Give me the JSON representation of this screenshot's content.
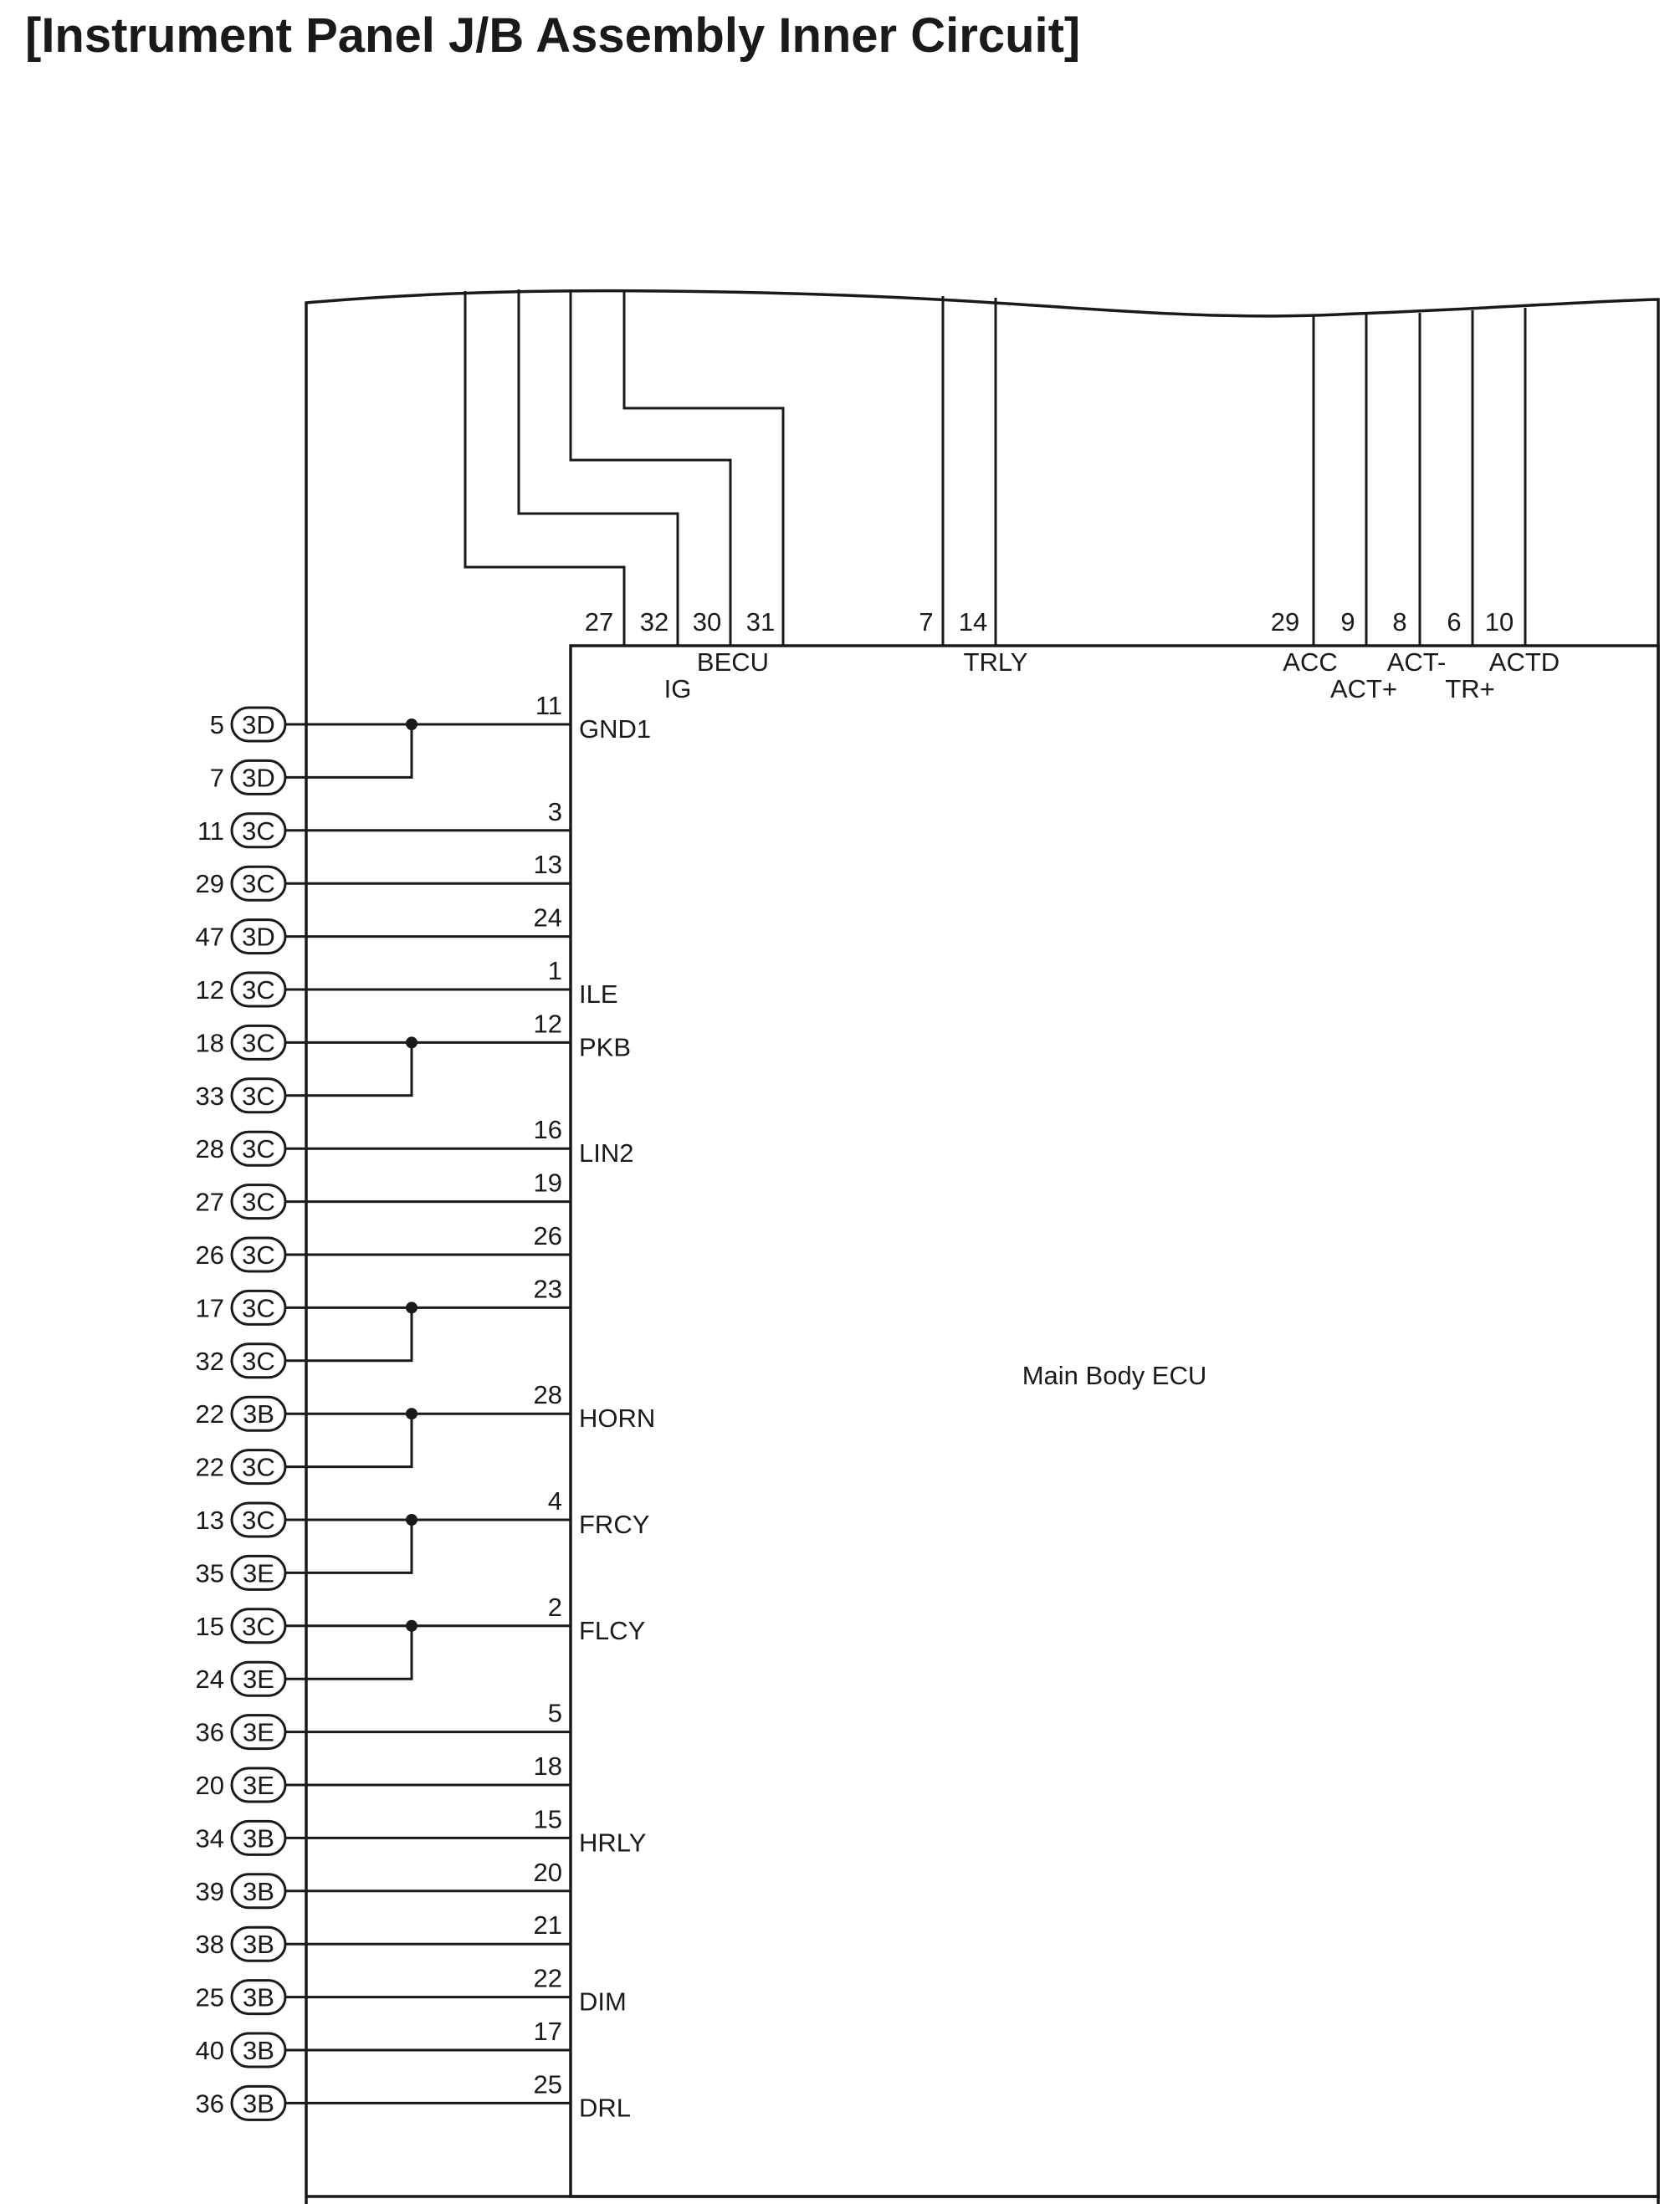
{
  "title": "[Instrument Panel J/B Assembly Inner Circuit]",
  "ecu_label": "Main Body ECU",
  "top_pins": [
    {
      "pin": "27",
      "signal": ""
    },
    {
      "pin": "32",
      "signal": "IG"
    },
    {
      "pin": "30",
      "signal": ""
    },
    {
      "pin": "31",
      "signal": "BECU"
    },
    {
      "pin": "7",
      "signal": ""
    },
    {
      "pin": "14",
      "signal": "TRLY"
    },
    {
      "pin": "29",
      "signal": "ACC"
    },
    {
      "pin": "9",
      "signal": "ACT+"
    },
    {
      "pin": "8",
      "signal": "ACT-"
    },
    {
      "pin": "6",
      "signal": "TR+"
    },
    {
      "pin": "10",
      "signal": "ACTD"
    }
  ],
  "left_groups": [
    {
      "ecu_pin": "11",
      "signal": "GND1",
      "connectors": [
        {
          "num": "5",
          "conn": "3D"
        },
        {
          "num": "7",
          "conn": "3D"
        }
      ]
    },
    {
      "ecu_pin": "3",
      "signal": "",
      "connectors": [
        {
          "num": "11",
          "conn": "3C"
        }
      ]
    },
    {
      "ecu_pin": "13",
      "signal": "",
      "connectors": [
        {
          "num": "29",
          "conn": "3C"
        }
      ]
    },
    {
      "ecu_pin": "24",
      "signal": "",
      "connectors": [
        {
          "num": "47",
          "conn": "3D"
        }
      ]
    },
    {
      "ecu_pin": "1",
      "signal": "ILE",
      "connectors": [
        {
          "num": "12",
          "conn": "3C"
        }
      ]
    },
    {
      "ecu_pin": "12",
      "signal": "PKB",
      "connectors": [
        {
          "num": "18",
          "conn": "3C"
        },
        {
          "num": "33",
          "conn": "3C"
        }
      ]
    },
    {
      "ecu_pin": "16",
      "signal": "LIN2",
      "connectors": [
        {
          "num": "28",
          "conn": "3C"
        }
      ]
    },
    {
      "ecu_pin": "19",
      "signal": "",
      "connectors": [
        {
          "num": "27",
          "conn": "3C"
        }
      ]
    },
    {
      "ecu_pin": "26",
      "signal": "",
      "connectors": [
        {
          "num": "26",
          "conn": "3C"
        }
      ]
    },
    {
      "ecu_pin": "23",
      "signal": "",
      "connectors": [
        {
          "num": "17",
          "conn": "3C"
        },
        {
          "num": "32",
          "conn": "3C"
        }
      ]
    },
    {
      "ecu_pin": "28",
      "signal": "HORN",
      "connectors": [
        {
          "num": "22",
          "conn": "3B"
        },
        {
          "num": "22",
          "conn": "3C"
        }
      ]
    },
    {
      "ecu_pin": "4",
      "signal": "FRCY",
      "connectors": [
        {
          "num": "13",
          "conn": "3C"
        },
        {
          "num": "35",
          "conn": "3E"
        }
      ]
    },
    {
      "ecu_pin": "2",
      "signal": "FLCY",
      "connectors": [
        {
          "num": "15",
          "conn": "3C"
        },
        {
          "num": "24",
          "conn": "3E"
        }
      ]
    },
    {
      "ecu_pin": "5",
      "signal": "",
      "connectors": [
        {
          "num": "36",
          "conn": "3E"
        }
      ]
    },
    {
      "ecu_pin": "18",
      "signal": "",
      "connectors": [
        {
          "num": "20",
          "conn": "3E"
        }
      ]
    },
    {
      "ecu_pin": "15",
      "signal": "HRLY",
      "connectors": [
        {
          "num": "34",
          "conn": "3B"
        }
      ]
    },
    {
      "ecu_pin": "20",
      "signal": "",
      "connectors": [
        {
          "num": "39",
          "conn": "3B"
        }
      ]
    },
    {
      "ecu_pin": "21",
      "signal": "",
      "connectors": [
        {
          "num": "38",
          "conn": "3B"
        }
      ]
    },
    {
      "ecu_pin": "22",
      "signal": "DIM",
      "connectors": [
        {
          "num": "25",
          "conn": "3B"
        }
      ]
    },
    {
      "ecu_pin": "17",
      "signal": "",
      "connectors": [
        {
          "num": "40",
          "conn": "3B"
        }
      ]
    },
    {
      "ecu_pin": "25",
      "signal": "DRL",
      "connectors": [
        {
          "num": "36",
          "conn": "3B"
        }
      ]
    }
  ]
}
